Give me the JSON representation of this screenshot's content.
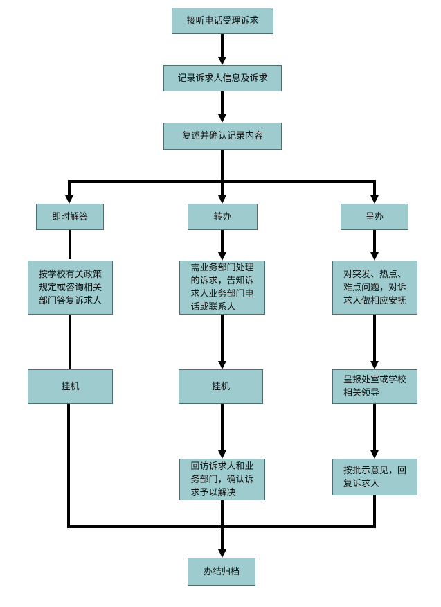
{
  "colors": {
    "box_fill": "#9ecbcd",
    "box_border": "#4b6f73",
    "line": "#000000"
  },
  "nodes": {
    "receive": "接听电话受理诉求",
    "record": "记录诉求人信息及诉求",
    "confirm": "复述并确认记录内容",
    "answer": "即时解答",
    "transfer": "转办",
    "report": "呈办",
    "answer_detail": "按学校有关政策\n规定或咨询相关\n部门答复诉求人",
    "transfer_detail": "需业务部门处理\n的诉求，告知诉\n求人业务部门电\n话或联系人",
    "report_detail": "对突发、热点、\n难点问题，对诉\n求人做相应安抚",
    "hangup_left": "挂机",
    "hangup_mid": "挂机",
    "report_leader": "呈报处室或学校\n相关领导",
    "followup": "回访诉求人和业\n务部门，确认诉\n求予以解决",
    "reply": "按批示意见，回\n复诉求人",
    "archive": "办结归档"
  }
}
